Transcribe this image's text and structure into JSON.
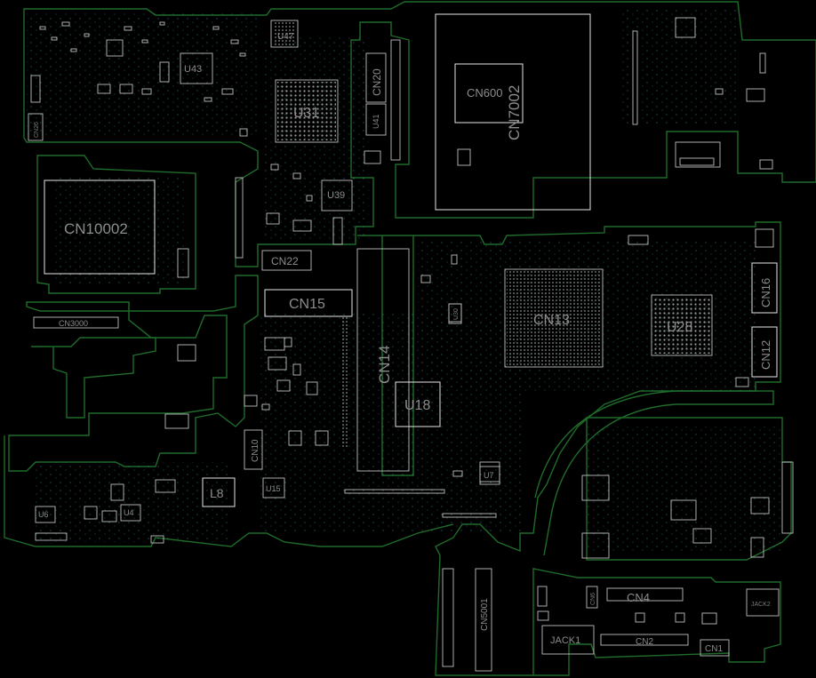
{
  "labels": {
    "U47": "U47",
    "U43": "U43",
    "U31": "U31",
    "CN20": "CN20",
    "U41": "U41",
    "CN600": "CN600",
    "CN7002": "CN7002",
    "CN10002": "CN10002",
    "U39": "U39",
    "CN22": "CN22",
    "CN15": "CN15",
    "CN3000": "CN3000",
    "CN14": "CN14",
    "U18": "U18",
    "CN13": "CN13",
    "U28": "U28",
    "CN16": "CN16",
    "CN12": "CN12",
    "CN10": "CN10",
    "L8": "L8",
    "U15": "U15",
    "U7": "U7",
    "U6": "U6",
    "U4": "U4",
    "CN4": "CN4",
    "CN5001": "CN5001",
    "JACK1": "JACK1",
    "CN2": "CN2",
    "CN1": "CN1",
    "JACK2": "JACK2",
    "CN26": "CN26",
    "U30": "U30",
    "CN6": "CN6"
  },
  "colors": {
    "background": "#000000",
    "outline": "#1f6b2a",
    "component": "#bdbdbd",
    "label": "#8c8c8c",
    "via": "#2f8f9a"
  }
}
